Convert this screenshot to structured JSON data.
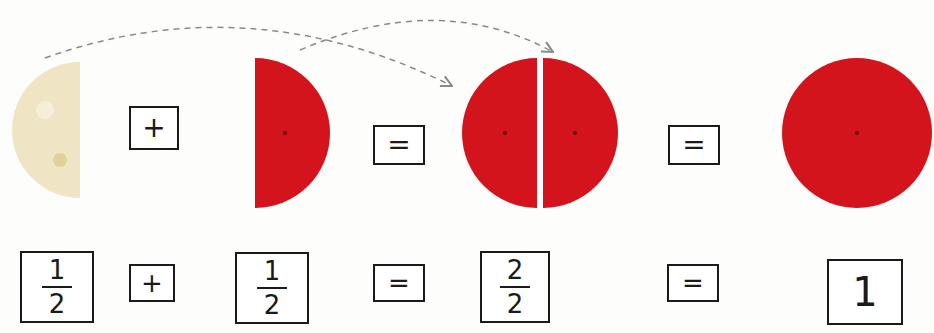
{
  "diagram": {
    "nodes": [
      {
        "text": [
          "+"
        ]
      },
      {
        "text": [
          "="
        ]
      },
      {
        "text": [
          "="
        ]
      },
      {
        "text": [
          "1",
          "2"
        ]
      },
      {
        "text": [
          "+"
        ]
      },
      {
        "text": [
          "1",
          "2"
        ]
      },
      {
        "text": [
          "="
        ]
      },
      {
        "text": [
          "2",
          "2"
        ]
      },
      {
        "text": [
          "="
        ]
      },
      {
        "text": [
          "1"
        ]
      }
    ]
  }
}
